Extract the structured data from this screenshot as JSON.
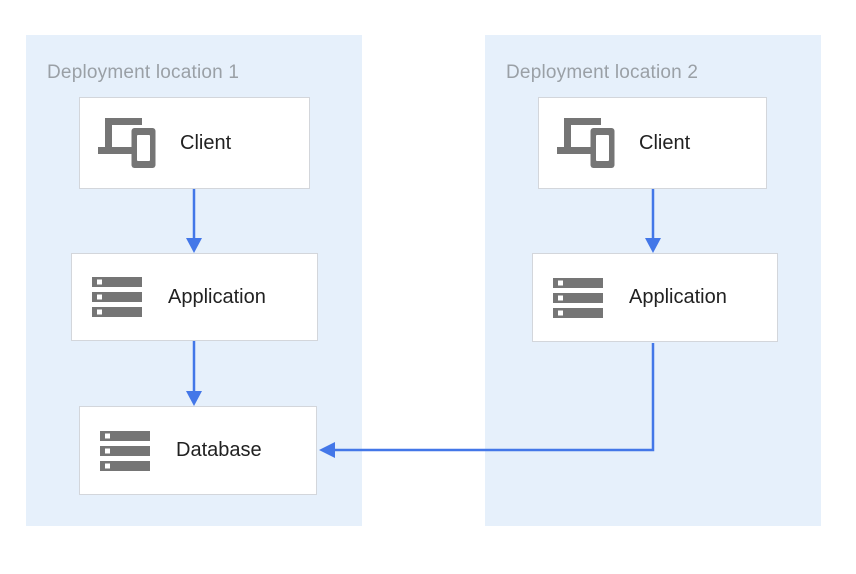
{
  "diagram": {
    "panels": [
      {
        "title": "Deployment location 1",
        "nodes": [
          {
            "label": "Client",
            "icon": "client-devices-icon"
          },
          {
            "label": "Application",
            "icon": "server-stack-icon"
          },
          {
            "label": "Database",
            "icon": "server-stack-icon"
          }
        ]
      },
      {
        "title": "Deployment location 2",
        "nodes": [
          {
            "label": "Client",
            "icon": "client-devices-icon"
          },
          {
            "label": "Application",
            "icon": "server-stack-icon"
          }
        ]
      }
    ],
    "connections": [
      {
        "from": "Deployment location 1 / Client",
        "to": "Deployment location 1 / Application"
      },
      {
        "from": "Deployment location 1 / Application",
        "to": "Deployment location 1 / Database"
      },
      {
        "from": "Deployment location 2 / Client",
        "to": "Deployment location 2 / Application"
      },
      {
        "from": "Deployment location 2 / Application",
        "to": "Deployment location 1 / Database"
      }
    ],
    "colors": {
      "panel_bg": "#E6F0FB",
      "box_border": "#D3D6DB",
      "icon": "#757575",
      "label": "#212121",
      "title": "#9AA0A6",
      "arrow": "#4377E8"
    }
  }
}
